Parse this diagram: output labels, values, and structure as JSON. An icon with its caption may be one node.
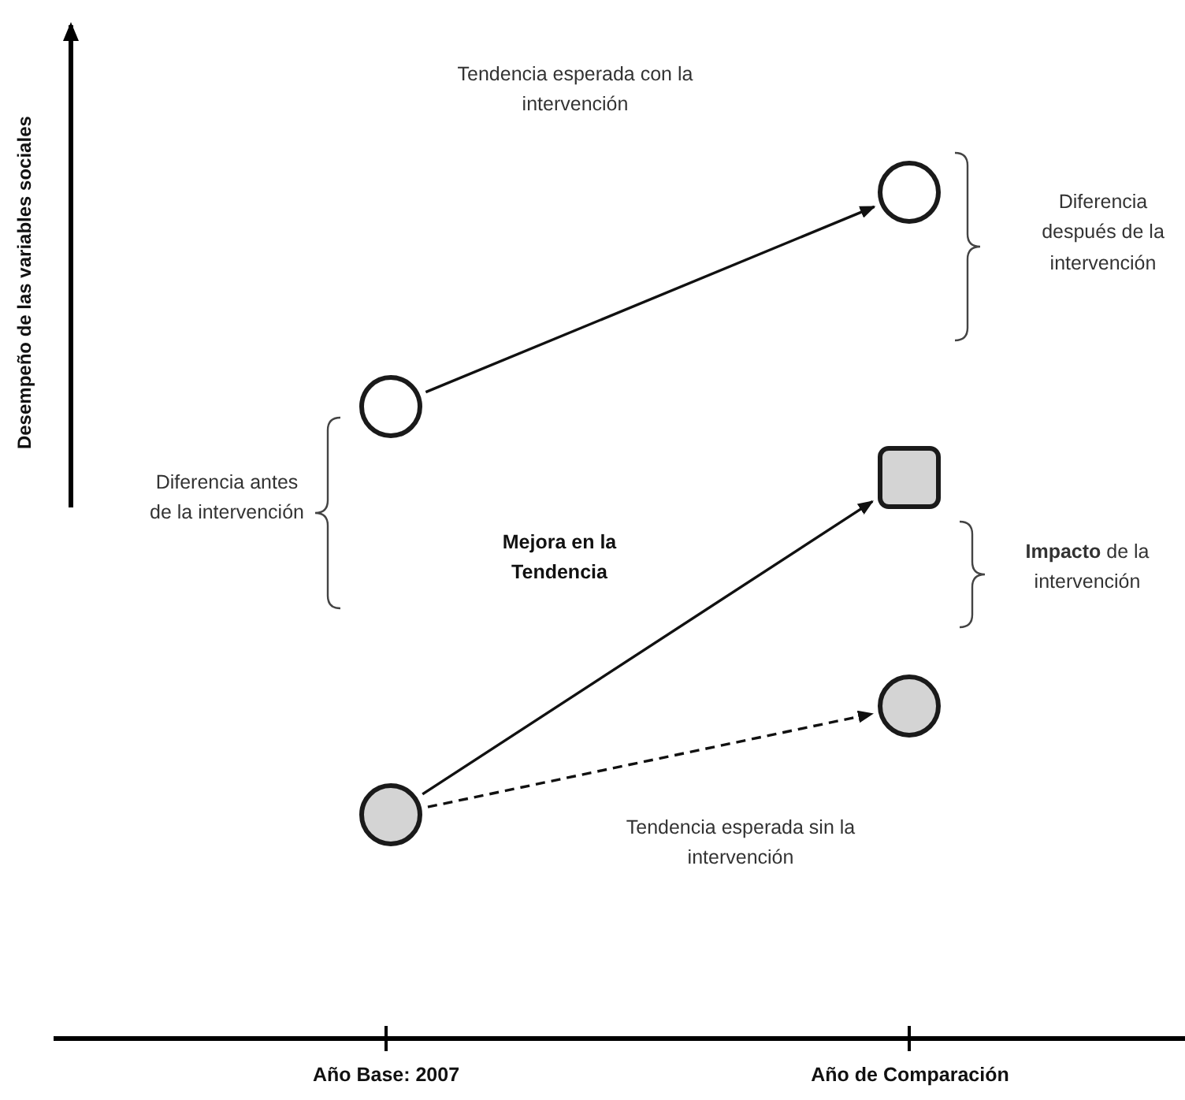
{
  "diagram": {
    "nodes": [
      {
        "text": [],
        "shape": "circle"
      },
      {
        "text": [],
        "shape": "circle"
      },
      {
        "text": [],
        "shape": "box"
      },
      {
        "text": [],
        "shape": "circle"
      },
      {
        "text": [],
        "shape": "circle"
      }
    ],
    "edges": [
      {
        "from": 1,
        "to": 0,
        "arrow": "to"
      },
      {
        "from": 4,
        "to": 2,
        "arrow": "to"
      },
      {
        "from": 4,
        "to": 3,
        "arrow": "to",
        "style": "dashed"
      }
    ],
    "labels": [
      "Desempeño de las variables sociales",
      "Tendencia esperada con la intervención",
      "Diferencia después de la intervención",
      "Diferencia antes de la intervención",
      "Mejora en la Tendencia",
      "**Impacto** de la intervención",
      "Tendencia esperada sin la intervención",
      "Año Base: 2007",
      "Año de Comparación"
    ]
  }
}
